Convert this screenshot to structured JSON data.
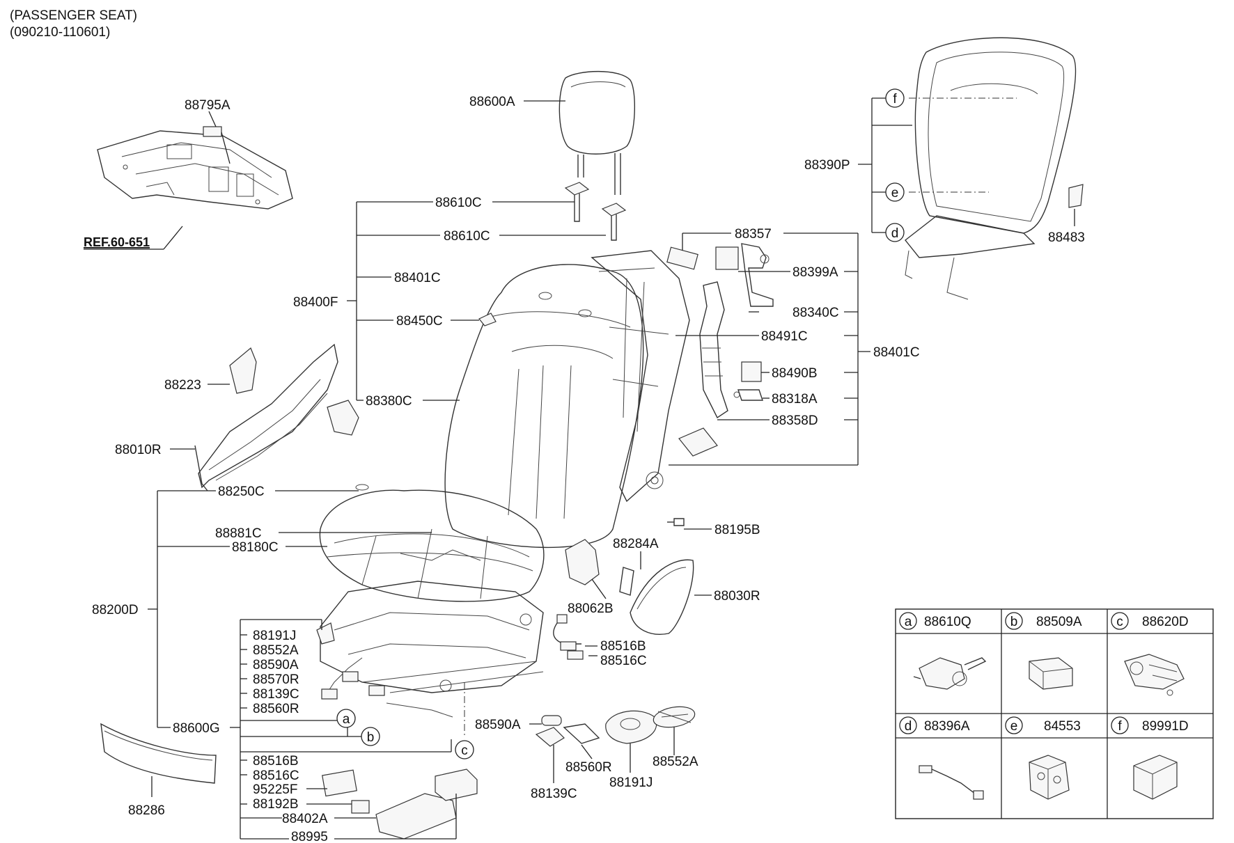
{
  "header": {
    "title": "(PASSENGER SEAT)",
    "date_range": "(090210-110601)"
  },
  "reference": {
    "label": "REF.60-651"
  },
  "parts": {
    "p88795A": "88795A",
    "p88600A": "88600A",
    "p88610C_1": "88610C",
    "p88610C_2": "88610C",
    "p88401C_inner": "88401C",
    "p88400F": "88400F",
    "p88450C": "88450C",
    "p88380C": "88380C",
    "p88223": "88223",
    "p88010R": "88010R",
    "p88250C": "88250C",
    "p88881C": "88881C",
    "p88180C": "88180C",
    "p88200D": "88200D",
    "p88191J_1": "88191J",
    "p88552A_1": "88552A",
    "p88590A_1": "88590A",
    "p88570R": "88570R",
    "p88139C_1": "88139C",
    "p88560R_1": "88560R",
    "p88600G": "88600G",
    "p88516B_1": "88516B",
    "p88516C_1": "88516C",
    "p95225F": "95225F",
    "p88192B": "88192B",
    "p88402A": "88402A",
    "p88995": "88995",
    "p88286": "88286",
    "p88357": "88357",
    "p88399A": "88399A",
    "p88340C": "88340C",
    "p88491C": "88491C",
    "p88401C_outer": "88401C",
    "p88490B": "88490B",
    "p88318A": "88318A",
    "p88358D": "88358D",
    "p88195B": "88195B",
    "p88284A": "88284A",
    "p88062B": "88062B",
    "p88030R": "88030R",
    "p88516B_2": "88516B",
    "p88516C_2": "88516C",
    "p88590A_2": "88590A",
    "p88560R_2": "88560R",
    "p88139C_2": "88139C",
    "p88191J_2": "88191J",
    "p88552A_2": "88552A",
    "p88390P": "88390P",
    "p88483": "88483"
  },
  "callouts": {
    "a": "a",
    "b": "b",
    "c": "c",
    "d": "d",
    "e": "e",
    "f": "f"
  },
  "legend_table": {
    "rows": [
      [
        {
          "letter": "a",
          "part": "88610Q"
        },
        {
          "letter": "b",
          "part": "88509A"
        },
        {
          "letter": "c",
          "part": "88620D"
        }
      ],
      [
        {
          "letter": "d",
          "part": "88396A"
        },
        {
          "letter": "e",
          "part": "84553"
        },
        {
          "letter": "f",
          "part": "89991D"
        }
      ]
    ]
  }
}
